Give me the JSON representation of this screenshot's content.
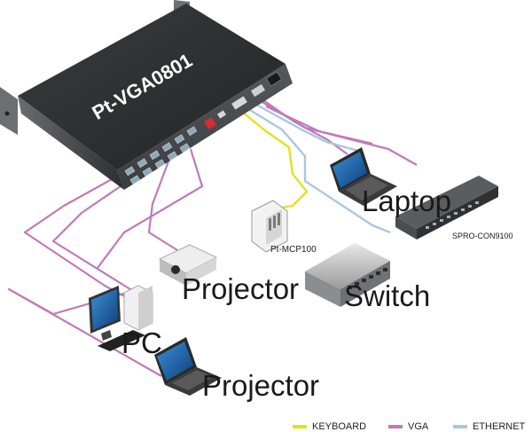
{
  "device": {
    "main_label": "Pt-VGA0801"
  },
  "labels": {
    "laptop_right": "Laptop",
    "keypad": "Pt-MCP100",
    "rack": "SPRO-CON9100",
    "projector_top": "Projector",
    "switch": "Switch",
    "pc": "PC",
    "projector_bottom": "Projector"
  },
  "legend": [
    {
      "label": "KEYBOARD",
      "color": "#e2e21e"
    },
    {
      "label": "VGA",
      "color": "#c07ab8"
    },
    {
      "label": "ETHERNET",
      "color": "#a8c8e0"
    }
  ],
  "colors": {
    "keyboard": "#e2e21e",
    "vga": "#c07ab8",
    "ethernet": "#a8c8e0",
    "chassis_top": "#2f3133",
    "chassis_front": "#45484b"
  }
}
